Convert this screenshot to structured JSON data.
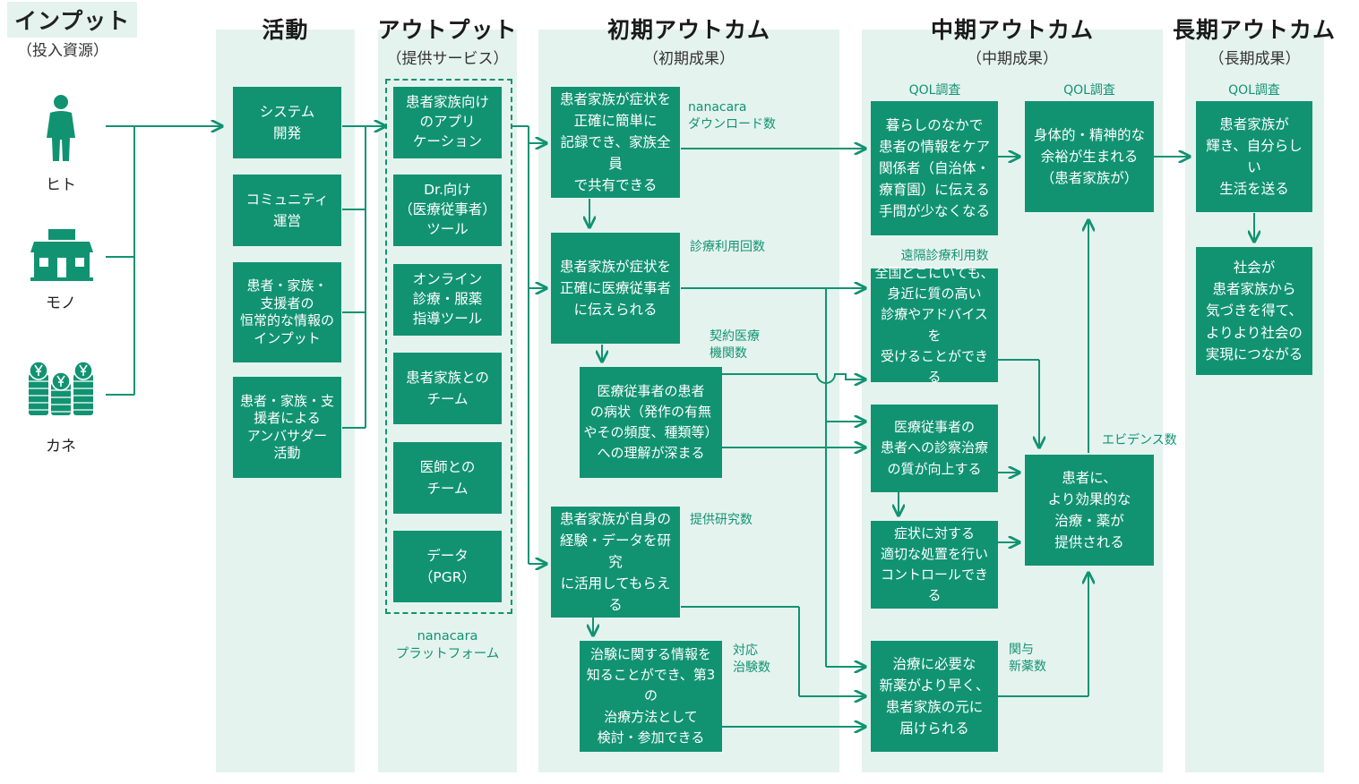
{
  "headers": {
    "input": "インプット",
    "input_sub": "（投入資源）",
    "activity": "活動",
    "output": "アウトプット",
    "output_sub": "（提供サービス）",
    "early": "初期アウトカム",
    "early_sub": "（初期成果）",
    "mid": "中期アウトカム",
    "mid_sub": "（中期成果）",
    "long": "長期アウトカム",
    "long_sub": "（長期成果）"
  },
  "inputs": {
    "hito": "ヒト",
    "mono": "モノ",
    "kane": "カネ"
  },
  "activities": {
    "a1": "システム\n開発",
    "a2": "コミュニティ\n運営",
    "a3": "患者・家族・\n支援者の\n恒常的な情報の\nインプット",
    "a4": "患者・家族・支\n援者による\nアンバサダー\n活動"
  },
  "outputs": {
    "o1": "患者家族向け\nのアプリ\nケーション",
    "o2": "Dr.向け\n（医療従事者）\nツール",
    "o3": "オンライン\n診療・服薬\n指導ツール",
    "o4": "患者家族との\nチーム",
    "o5": "医師との\nチーム",
    "o6": "データ\n（PGR）",
    "platform": "nanacara\nプラットフォーム"
  },
  "early": {
    "e1": "患者家族が症状を\n正確に簡単に\n記録でき、家族全員\nで共有できる",
    "e2": "患者家族が症状を\n正確に医療従事者\nに伝えられる",
    "e3": "医療従事者の患者\nの病状（発作の有無\nやその頻度、種類等）\nへの理解が深まる",
    "e4": "患者家族が自身の\n経験・データを研究\nに活用してもらえる",
    "e5": "治験に関する情報を\n知ることができ、第3の\n治療方法として\n検討・参加できる"
  },
  "mid": {
    "m1": "暮らしのなかで\n患者の情報をケア\n関係者（自治体・\n療育園）に伝える\n手間が少なくなる",
    "m2": "身体的・精神的な\n余裕が生まれる\n（患者家族が）",
    "m3": "全国どこにいても、\n身近に質の高い\n診療やアドバイスを\n受けることができる",
    "m4": "医療従事者の\n患者への診察治療\nの質が向上する",
    "m5": "症状に対する\n適切な処置を行い\nコントロールできる",
    "m6": "患者に、\nより効果的な\n治療・薬が\n提供される",
    "m7": "治療に必要な\n新薬がより早く、\n患者家族の元に\n届けられる"
  },
  "long": {
    "l1": "患者家族が\n輝き、自分らしい\n生活を送る",
    "l2": "社会が\n患者家族から\n気づきを得て、\nよりより社会の\n実現につながる"
  },
  "indicators": {
    "download": "nanacara\nダウンロード数",
    "visits": "診療利用回数",
    "contract": "契約医療\n機関数",
    "research": "提供研究数",
    "trials": "対応\n治験数",
    "qol1": "QOL調査",
    "qol2": "QOL調査",
    "qol3": "QOL調査",
    "remote": "遠隔診療利用数",
    "evidence": "エビデンス数",
    "newdrug": "関与\n新薬数"
  },
  "colors": {
    "accent": "#119372",
    "background_band": "#e5f3ee"
  }
}
